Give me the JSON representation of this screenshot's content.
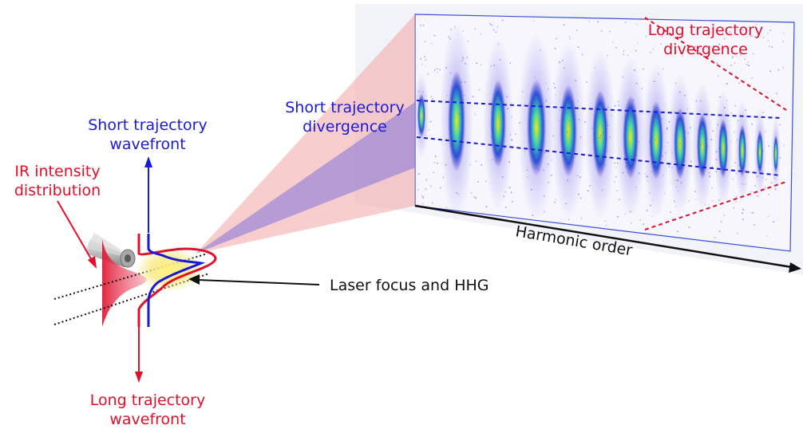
{
  "figure": {
    "labels": {
      "short_wavefront_line1": "Short trajectory",
      "short_wavefront_line2": "wavefront",
      "ir_intensity_line1": "IR intensity",
      "ir_intensity_line2": "distribution",
      "long_wavefront_line1": "Long trajectory",
      "long_wavefront_line2": "wavefront",
      "laser_focus": "Laser focus and HHG",
      "short_divergence_line1": "Short trajectory",
      "short_divergence_line2": "divergence",
      "long_divergence_line1": "Long trajectory",
      "long_divergence_line2": "divergence",
      "harmonic_order": "Harmonic order"
    },
    "colors": {
      "short_trajectory": "#1a1ad6",
      "long_trajectory": "#e0102a",
      "arrow": "#111111",
      "long_cone": "#f3a4a4",
      "short_cone": "#8c7ad8",
      "detector_border": "#3a4fd8"
    },
    "icons": {
      "gas_nozzle": "gas-nozzle-icon",
      "ir_beam_profile": "gaussian-profile-icon",
      "focus_glow": "focus-glow-icon"
    }
  }
}
